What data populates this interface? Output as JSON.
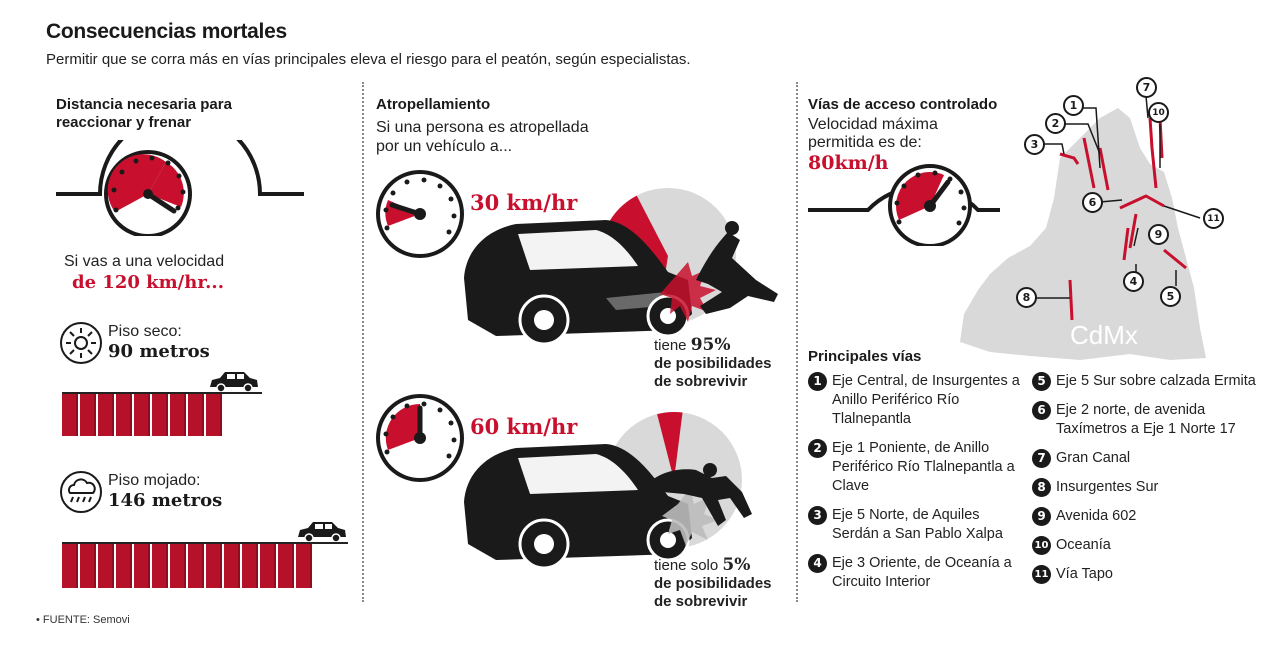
{
  "header": {
    "title": "Consecuencias mortales",
    "subtitle": "Permitir que se corra más en vías principales eleva el riesgo para el peatón, según especialistas."
  },
  "col1": {
    "heading_line1": "Distancia necesaria para",
    "heading_line2": "reaccionar y frenar",
    "speed_intro": "Si vas a una velocidad",
    "speed_value": "de 120 km/hr...",
    "dry_label": "Piso seco:",
    "dry_value": "90 metros",
    "wet_label": "Piso mojado:",
    "wet_value": "146 metros"
  },
  "col2": {
    "heading": "Atropellamiento",
    "intro_line1": "Si una persona es atropellada",
    "intro_line2": "por un vehículo a...",
    "case1": {
      "speed": "30 km/hr",
      "prefix": "tiene",
      "percent": "95%",
      "line2": "de posibilidades",
      "line3": "de sobrevivir",
      "survival_fraction": 0.95
    },
    "case2": {
      "speed": "60 km/hr",
      "prefix": "tiene solo",
      "percent": "5%",
      "line2": "de posibilidades",
      "line3": "de sobrevivir",
      "survival_fraction": 0.05
    }
  },
  "col3": {
    "heading": "Vías de acceso controlado",
    "intro_line1": "Velocidad máxima",
    "intro_line2": "permitida es de:",
    "max_speed": "80km/h",
    "map_label": "CdMx",
    "routes_heading": "Principales vías",
    "routes_left": [
      {
        "n": "1",
        "text": "Eje Central, de Insurgentes a Anillo Periférico Río Tlalnepantla"
      },
      {
        "n": "2",
        "text": "Eje 1 Poniente, de Anillo Periférico Río Tlalnepantla a Clave"
      },
      {
        "n": "3",
        "text": "Eje 5 Norte, de Aquiles Serdán a San Pablo Xalpa"
      },
      {
        "n": "4",
        "text": "Eje 3 Oriente, de Oceanía a Circuito Interior"
      }
    ],
    "routes_right": [
      {
        "n": "5",
        "text": "Eje 5 Sur sobre calzada Ermita"
      },
      {
        "n": "6",
        "text": "Eje 2 norte, de avenida Taxímetros a Eje 1 Norte 17"
      },
      {
        "n": "7",
        "text": "Gran Canal"
      },
      {
        "n": "8",
        "text": "Insurgentes Sur"
      },
      {
        "n": "9",
        "text": "Avenida 602"
      },
      {
        "n": "10",
        "text": "Oceanía"
      },
      {
        "n": "11",
        "text": "Vía Tapo"
      }
    ]
  },
  "footer": {
    "source": "• FUENTE: Semovi"
  },
  "colors": {
    "accent": "#c8102e",
    "bar": "#b5122a",
    "dark": "#1a1a1a",
    "map": "#d9d9d9"
  }
}
